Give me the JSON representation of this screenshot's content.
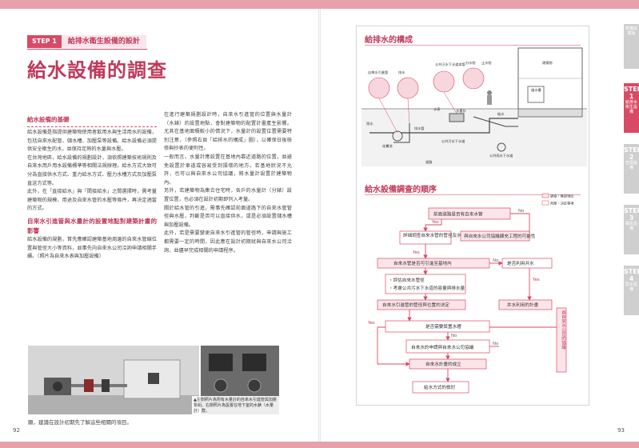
{
  "left": {
    "step_label": "STEP 1",
    "step_title": "給排水衛生設備的設計",
    "page_title": "給水設備的調查",
    "col1": {
      "heading": "給水設備的基礎",
      "para1": "給水設備是指提供建築物使用者飲用水與生活用水的設備，包括自來水配管、儲水槽、加壓泵等設備。給水設備必須提供安全衛生的水，並保持足夠的水量與水壓。",
      "para2": "在台灣地區，給水設備的規劃設計，須依照建築技術規則及自來水用戶用水設備標準等相關法規辦理。給水方式大致可分為直接供水方式、重力給水方式、壓力水槽方式及加壓泵直送方式等。",
      "para3": "此外，在「直接給水」與「間接給水」之間選擇時，需考量建築物的規模、用途及自來水管的水壓等條件，再決定適當的方式。",
      "heading2": "自來水引進管與水量計的設置地點對建築計畫的影響",
      "para4": "給水設備的規劃，首先應確認建築基地周邊的自來水管線位置與管徑大小等資料，並事先向自來水公司洽詢申請相關手續。（照片為自來水表與加壓設備）"
    },
    "col2": {
      "para1": "在進行建築規劃設計時，自來水引進管的位置與水量計（水錶）的設置地點，會對建築物的配置計畫產生影響。尤其在基地面積較小的情況下，水量計的設置位置需要特別注意，（參照右頁「給排水的構成」圖），以確保日後檢修與抄表的便利性。",
      "para2": "一般而言，水量計應設置在基地內靠近道路的位置，並避免設置於車道或容易受到損壞的地方。若基地狀況不允許，也可以與自來水公司協議，將水量計設置於建築物內。",
      "para3": "另外，若建築物為集合住宅時，各戶的水量計（分錶）設置位置，也必須在設計初期即列入考量。",
      "para4": "關於給水管的引進，需事先確認前面道路下的自來水管管徑與水壓，判斷是否可以直接供水，或是必須設置儲水槽與加壓設備。",
      "para5": "此外，若是需要變更自來水引進管的管徑時，申請與施工都需要一定的時間，因此應在設計初期就與自來水公司洽詢，並儘早完成相關的申請程序。"
    },
    "photo_caption": "▲左側照片為附有水量計的自來水引進管與加壓泵組。右側照片為設置在地下室的水錶（水量計）群。",
    "bottom_text": "顯，建議在設計初期先了解這些相關的項目。",
    "page_number": "92"
  },
  "right": {
    "diagram1_title": "給排水的構成",
    "diagram2_title": "給水設備調查的順序",
    "diagram1_labels": [
      "自來水引進管",
      "排水",
      "水表",
      "水量計",
      "給水",
      "排水管",
      "公共污水下水道",
      "雨水",
      "化糞池",
      "道路",
      "建築物",
      "儲水槽",
      "公共汙水下水道本管",
      "分水栓",
      "止水栓",
      "公共雨水下水道"
    ],
    "legend": [
      "調查・確認項目",
      "判斷・決定事項"
    ],
    "flow": {
      "start": "前面道路是否有自來水管",
      "n1": "詳細調查自來水管的管徑及水壓",
      "n_right1": "與自來水公司協議擴充工程的可能性",
      "n2": "自來水管是否可引進至基地內",
      "n_well": "是否利用井水",
      "n3a": "・評估自來水管徑",
      "n3b": "・考慮公共污水下水道的容量與排水量",
      "n4": "自來水引進管的管徑與位置的決定",
      "n_well2": "井水利用的計畫",
      "n5": "是否需要設置水槽",
      "n6": "自來水的申請與自來水公司協議",
      "n7": "自來水計畫的成立",
      "n8": "給水方式的檢討",
      "side_box": "與自來水公司的協議",
      "yes": "Yes",
      "no": "No"
    },
    "page_number": "93",
    "side_tabs": [
      {
        "step": "",
        "label": "準備與開始"
      },
      {
        "step": "STEP 1",
        "label": "給排水衛生設備"
      },
      {
        "step": "STEP 2",
        "label": "空調設備"
      },
      {
        "step": "STEP 3",
        "label": "電氣設備"
      },
      {
        "step": "STEP 4",
        "label": "防災設備"
      }
    ]
  },
  "colors": {
    "accent": "#d94a64",
    "accent_dark": "#c0395a",
    "band": "#e8a0aa",
    "box_fill": "#fbe5ea"
  }
}
